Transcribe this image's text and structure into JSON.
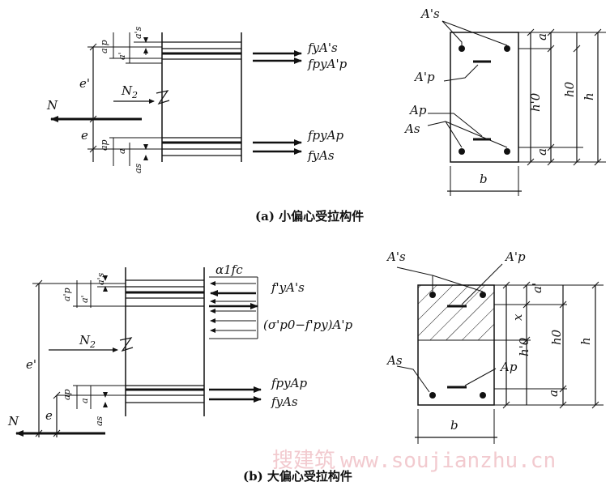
{
  "captions": {
    "a": "(a) 小偏心受拉构件",
    "b": "(b) 大偏心受拉构件"
  },
  "watermark": {
    "cn": "搜建筑",
    "url": "www.soujianzhu.cn"
  },
  "labels_a": {
    "N": "N",
    "N2": "N",
    "N2_sub": "2",
    "e_prime": "e'",
    "e": "e",
    "ap_top": "a'p",
    "a_top": "a'",
    "as_top": "a's",
    "ap_bot": "ap",
    "a_bot": "a",
    "as_bot": "as",
    "f1": "fyA's",
    "f2": "fpyA'p",
    "f3": "fpyAp",
    "f4": "fyAs",
    "sec_As_prime": "A's",
    "sec_Ap_prime": "A'p",
    "sec_Ap": "Ap",
    "sec_As": "As",
    "sec_a_top": "a",
    "sec_a_bot": "a",
    "sec_h0p": "h'0",
    "sec_h0": "h0",
    "sec_h": "h",
    "sec_b": "b"
  },
  "labels_b": {
    "N": "N",
    "N2": "N",
    "N2_sub": "2",
    "e_prime": "e'",
    "e": "e",
    "ap_top": "a'p",
    "a_top": "a'",
    "as_top": "a's",
    "ap_bot": "ap",
    "a_bot": "a",
    "as_bot": "as",
    "alpha_fc": "α1fc",
    "f1": "f'yA's",
    "f2": "(σ'p0−f'py)A'p",
    "f3": "fpyAp",
    "f4": "fyAs",
    "sec_As_prime": "A's",
    "sec_Ap_prime": "A'p",
    "sec_Ap": "Ap",
    "sec_As": "As",
    "sec_a_top": "a'",
    "sec_a_bot": "a",
    "sec_x": "x",
    "sec_h0p": "h'0",
    "sec_h0": "h0",
    "sec_h": "h",
    "sec_b": "b"
  }
}
